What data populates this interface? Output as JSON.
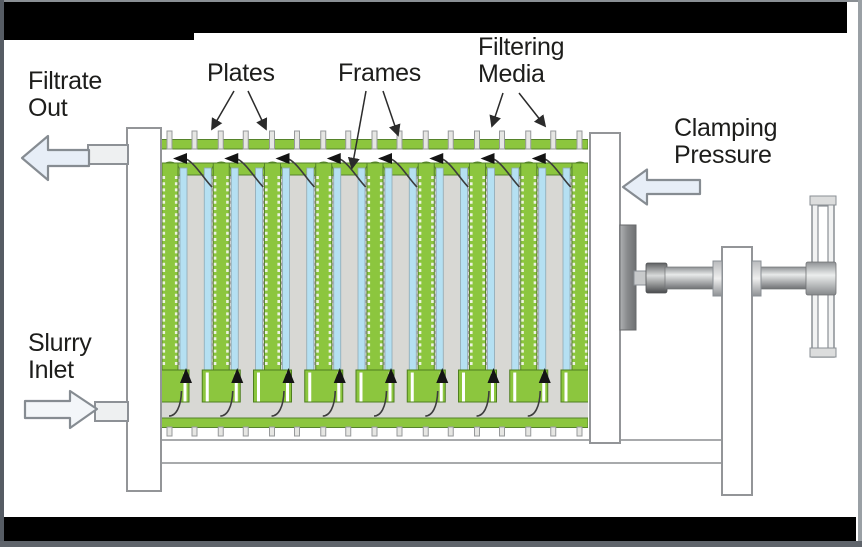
{
  "labels": {
    "filtrate_out": {
      "line1": "Filtrate",
      "line2": "Out"
    },
    "plates": {
      "text": "Plates"
    },
    "frames": {
      "text": "Frames"
    },
    "filtering_media": {
      "line1": "Filtering",
      "line2": "Media"
    },
    "clamping_pressure": {
      "line1": "Clamping",
      "line2": "Pressure"
    },
    "slurry_inlet": {
      "line1": "Slurry",
      "line2": "Inlet"
    }
  },
  "diagram": {
    "type": "plate-and-frame-filter-press",
    "plate_count": 9,
    "frame_count": 8,
    "filtrate_flow_arrow_count": 8,
    "slurry_flow_arrow_count": 8,
    "colors": {
      "plate_green": "#8CC63E",
      "plate_green_dark": "#55832A",
      "media_blue": "#B5E0F2",
      "frame_interior_gray": "#D8D8D4",
      "machine_outline_gray": "#939598",
      "pressure_pad_gray": "#7C7E80",
      "big_arrow_fill": "#E7EEF7",
      "flow_arrow_black": "#141414",
      "redaction_black": "#000000"
    }
  }
}
